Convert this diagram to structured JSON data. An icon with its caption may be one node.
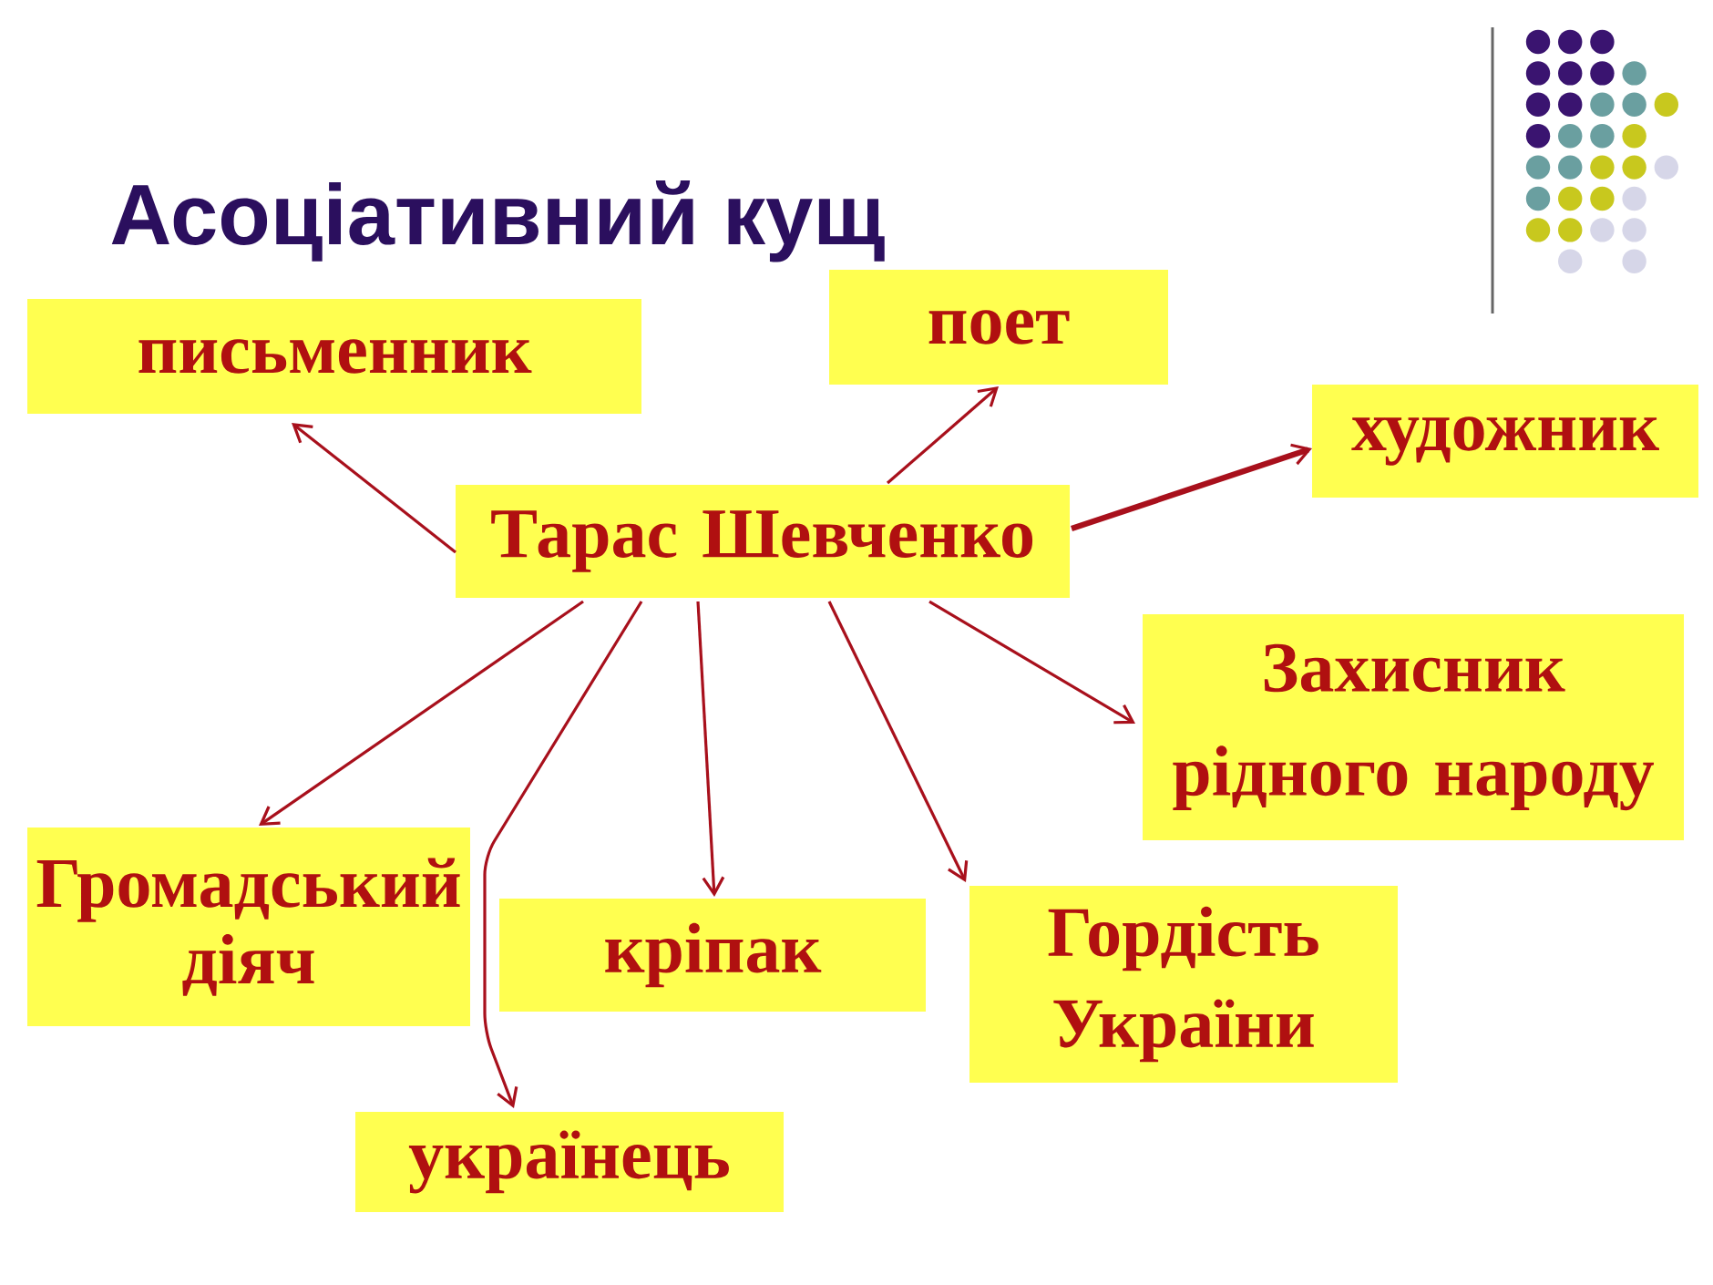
{
  "diagram": {
    "title": "Асоціативний кущ",
    "nodes": [
      {
        "text": [
          "Тарас Шевченко"
        ]
      },
      {
        "text": [
          "письменник"
        ]
      },
      {
        "text": [
          "поет"
        ]
      },
      {
        "text": [
          "художник"
        ]
      },
      {
        "text": [
          "Захисник рідного народу"
        ]
      },
      {
        "text": [
          "Громадський діяч"
        ]
      },
      {
        "text": [
          "кріпак"
        ]
      },
      {
        "text": [
          "Гордість України"
        ]
      },
      {
        "text": [
          "українець"
        ]
      }
    ],
    "edges": [
      {
        "from": 0,
        "to": 1,
        "arrow": "to"
      },
      {
        "from": 0,
        "to": 2,
        "arrow": "to"
      },
      {
        "from": 0,
        "to": 3,
        "arrow": "to",
        "style": "thick"
      },
      {
        "from": 0,
        "to": 4,
        "arrow": "to"
      },
      {
        "from": 0,
        "to": 5,
        "arrow": "to"
      },
      {
        "from": 0,
        "to": 6,
        "arrow": "to"
      },
      {
        "from": 0,
        "to": 7,
        "arrow": "to"
      },
      {
        "from": 0,
        "to": 8,
        "arrow": "to"
      }
    ]
  }
}
